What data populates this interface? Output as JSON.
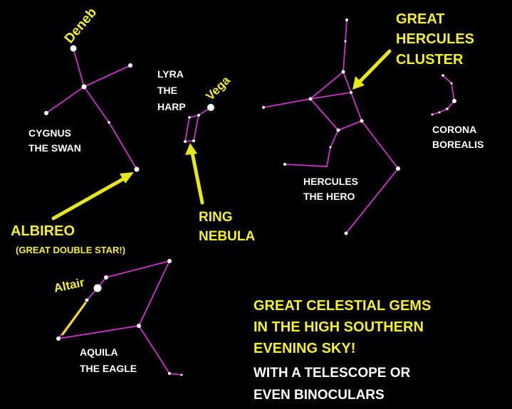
{
  "constellations": {
    "cygnus": {
      "name": "CYGNUS",
      "sub": "THE SWAN",
      "star": "Deneb"
    },
    "lyra": {
      "name": "LYRA",
      "mid": "THE",
      "sub": "HARP",
      "star": "Vega"
    },
    "hercules": {
      "name": "HERCULES",
      "sub": "THE HERO"
    },
    "corona": {
      "name": "CORONA",
      "sub": "BOREALIS"
    },
    "aquila": {
      "name": "AQUILA",
      "sub": "THE EAGLE",
      "star": "Altair"
    }
  },
  "callouts": {
    "hercules_cluster": [
      "GREAT",
      "HERCULES",
      "CLUSTER"
    ],
    "ring_nebula": [
      "RING",
      "NEBULA"
    ],
    "albireo": {
      "title": "ALBIREO",
      "note": "(GREAT DOUBLE STAR!)"
    }
  },
  "headline": [
    "GREAT CELESTIAL GEMS",
    "IN THE HIGH SOUTHERN",
    "EVENING SKY!"
  ],
  "subline": [
    "WITH A TELESCOPE OR",
    "EVEN BINOCULARS"
  ],
  "colors": {
    "background": "#000000",
    "lines": "#cc33cc",
    "accent": "#f4f02a",
    "stars": "#ffffff"
  }
}
